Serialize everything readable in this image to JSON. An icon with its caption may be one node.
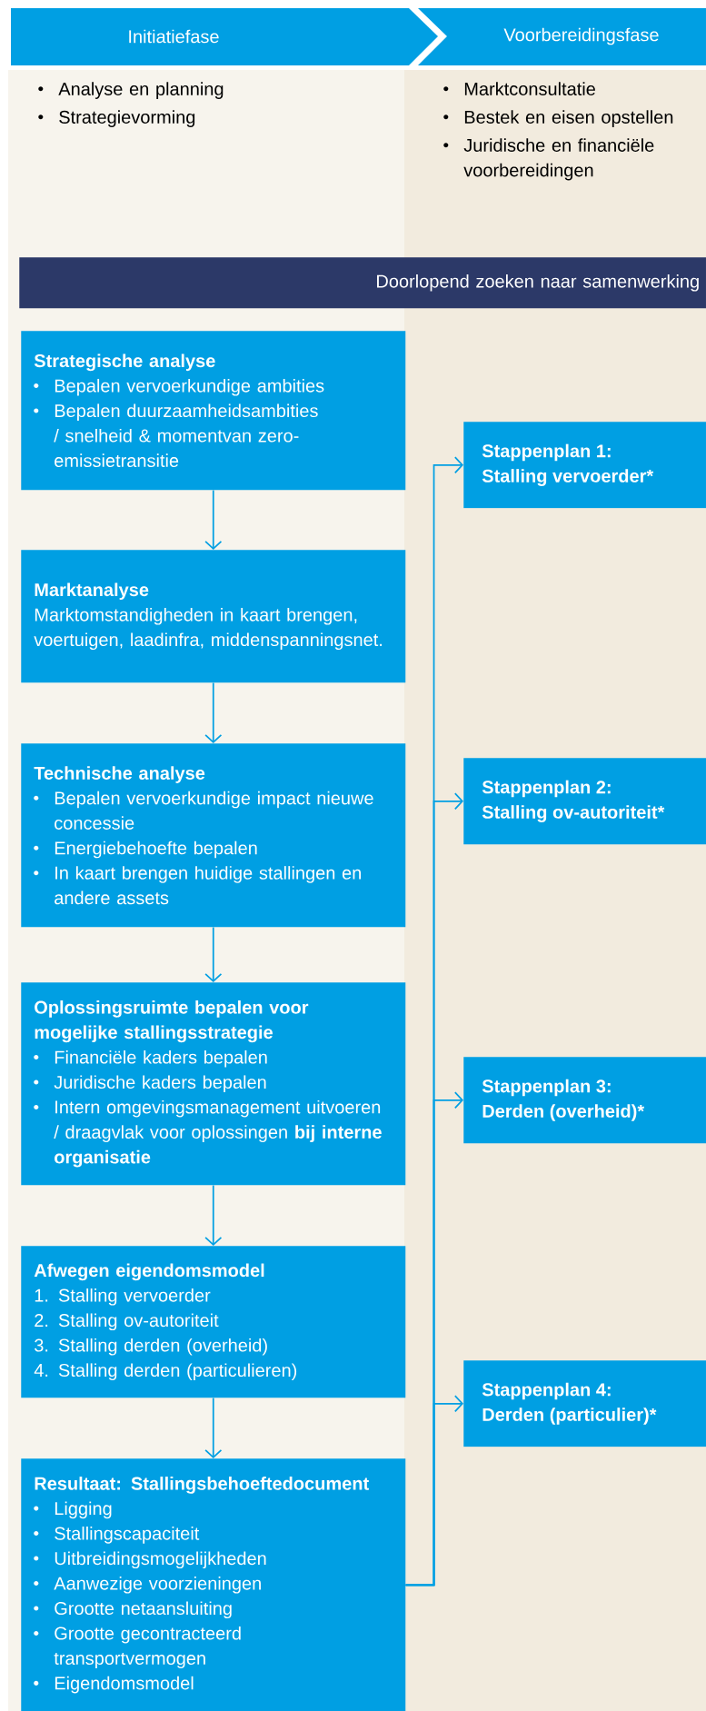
{
  "diagram": {
    "nodes": [
      {
        "text": [
          "Initiatiefase"
        ]
      },
      {
        "text": [
          "Voorbereidingsfase"
        ]
      },
      {
        "text": [
          "Doorlopend zoeken naar samenwerking"
        ]
      },
      {
        "text": [
          "Strategische analyse",
          "Bepalen vervoerkundige ambities",
          "Bepalen duurzaamheidsambities / snelheid & momentvan zero-emissietransitie"
        ]
      },
      {
        "text": [
          "Marktanalyse",
          "Marktomstandigheden in kaart brengen, voertuigen, laadinfra, middenspanningsnet."
        ]
      },
      {
        "text": [
          "Technische analyse",
          "Bepalen vervoerkundige impact nieuwe concessie",
          "Energiebehoefte bepalen",
          "In kaart brengen huidige stallingen en andere assets"
        ]
      },
      {
        "text": [
          "Oplossingsruimte bepalen voor mogelijke stallingsstrategie",
          "Financiële kaders bepalen",
          "Juridische kaders bepalen",
          "Intern omgevingsmanagement uitvoeren / draagvlak voor oplossingen **bij interne organisatie**"
        ]
      },
      {
        "text": [
          "Afwegen eigendomsmodel",
          "1. Stalling vervoerder",
          "2. Stalling ov-autoriteit",
          "3. Stalling derden (overheid)",
          "4. Stalling derden (particulieren)"
        ]
      },
      {
        "text": [
          "Resultaat: Stallingsbehoeftedocument",
          "Ligging",
          "Stallingscapaciteit",
          "Uitbreidingsmogelijkheden",
          "Aanwezige voorzieningen",
          "Grootte netaansluiting",
          "Grootte gecontracteerd transportvermogen",
          "Eigendomsmodel"
        ]
      },
      {
        "text": [
          "Stappenplan 1: Stalling vervoerder*"
        ]
      },
      {
        "text": [
          "Stappenplan 2: Stalling ov-autoriteit*"
        ]
      },
      {
        "text": [
          "Stappenplan 3: Derden (overheid)*"
        ]
      },
      {
        "text": [
          "Stappenplan 4: Derden (particulier)*"
        ]
      }
    ],
    "edges": [
      {
        "from": 3,
        "to": 4,
        "arrow": "to"
      },
      {
        "from": 4,
        "to": 5,
        "arrow": "to"
      },
      {
        "from": 5,
        "to": 6,
        "arrow": "to"
      },
      {
        "from": 6,
        "to": 7,
        "arrow": "to"
      },
      {
        "from": 7,
        "to": 8,
        "arrow": "to"
      },
      {
        "from": 8,
        "to": 9,
        "arrow": "to"
      },
      {
        "from": 8,
        "to": 10,
        "arrow": "to"
      },
      {
        "from": 8,
        "to": 11,
        "arrow": "to"
      },
      {
        "from": 8,
        "to": 12,
        "arrow": "to"
      }
    ],
    "labels": [
      "Analyse en planning",
      "Strategievorming",
      "Marktconsultatie",
      "Bestek en eisen opstellen",
      "Juridische en financiële voorbereidingen"
    ]
  }
}
